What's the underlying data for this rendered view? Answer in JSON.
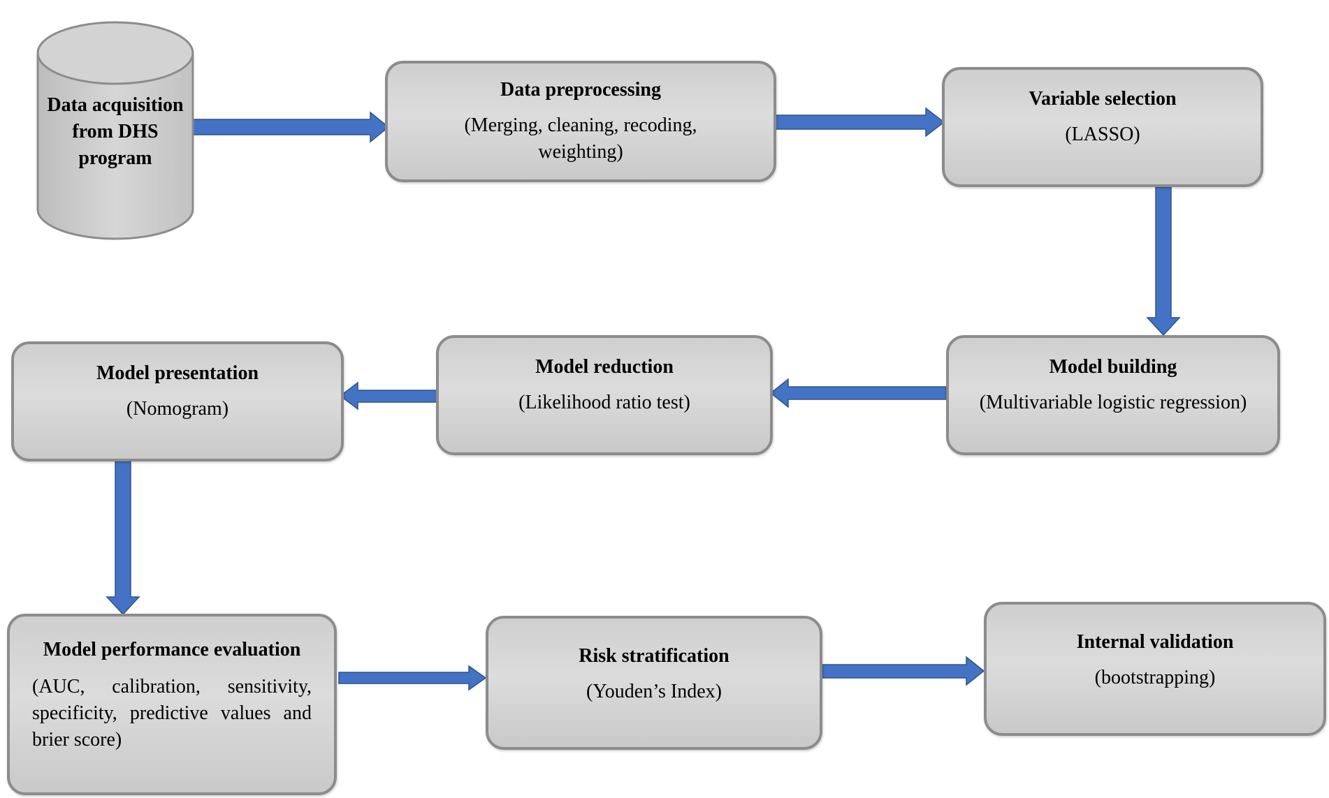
{
  "steps": {
    "acquisition": {
      "title": "Data acquisition from DHS program"
    },
    "preprocessing": {
      "title": "Data preprocessing",
      "detail": "(Merging, cleaning, recoding, weighting)"
    },
    "selection": {
      "title": "Variable selection",
      "detail": "(LASSO)"
    },
    "building": {
      "title": "Model building",
      "detail": "(Multivariable logistic regression)"
    },
    "reduction": {
      "title": "Model reduction",
      "detail": "(Likelihood ratio test)"
    },
    "presentation": {
      "title": "Model presentation",
      "detail": "(Nomogram)"
    },
    "evaluation": {
      "title": "Model performance evaluation",
      "detail": "(AUC, calibration, sensitivity, specificity, predictive values and brier score)"
    },
    "stratification": {
      "title": "Risk stratification",
      "detail": "(Youden’s Index)"
    },
    "validation": {
      "title": "Internal validation",
      "detail": "(bootstrapping)"
    }
  },
  "colors": {
    "arrow": "#4472c4",
    "arrow_border": "#2f528f",
    "box_fill": "#d0d0d0",
    "box_border": "#8c8c8c"
  }
}
